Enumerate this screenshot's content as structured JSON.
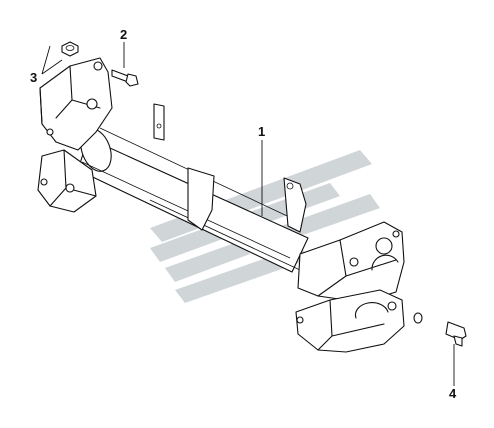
{
  "callouts": {
    "c1": "1",
    "c2": "2",
    "c3": "3",
    "c4": "4"
  },
  "colors": {
    "line": "#111111",
    "watermark": "#c8ced2",
    "background": "#ffffff"
  },
  "icons": {
    "watermark": "logo-watermark-icon"
  }
}
